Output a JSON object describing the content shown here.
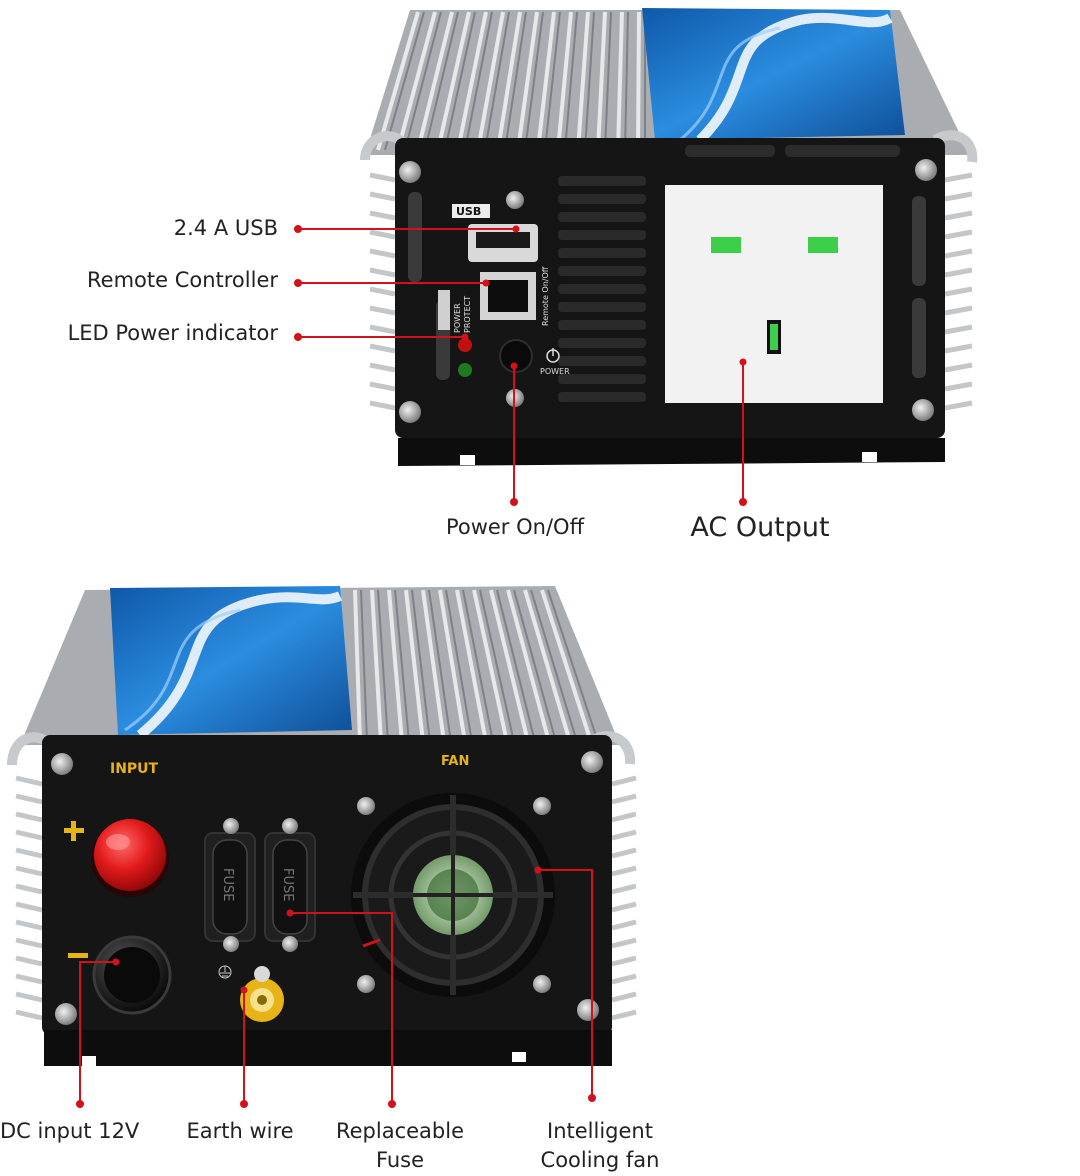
{
  "top_view": {
    "usb_tag": "USB",
    "remote_tag": "Remote On/Off",
    "led_tags": [
      "POWER",
      "PROTECT"
    ],
    "power_tag": "POWER",
    "callouts": {
      "usb": "2.4 A USB",
      "remote": "Remote Controller",
      "led": "LED Power indicator",
      "power": "Power On/Off",
      "ac": "AC Output"
    }
  },
  "bottom_view": {
    "input_tag": "INPUT",
    "fan_tag": "FAN",
    "fuse_tag": "FUSE",
    "callouts": {
      "dc": "DC  input 12V",
      "earth": "Earth wire",
      "fuse_line1": "Replaceable",
      "fuse_line2": "Fuse",
      "fan_line1": "Intelligent",
      "fan_line2": "Cooling fan"
    }
  },
  "colors": {
    "callout": "#d4101a",
    "panel": "#151515",
    "heatsink": "#b9bcc0",
    "label_blue": "#1f6fbf",
    "ac_socket": "#f2f2f2",
    "ac_pin": "#3ecf4a",
    "input_gold": "#e7b418",
    "terminal_red": "#e31b1b"
  }
}
